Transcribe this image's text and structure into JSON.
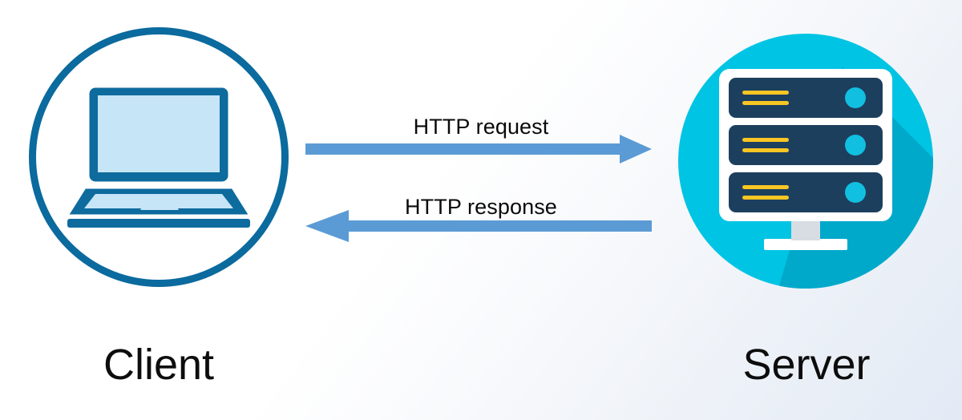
{
  "diagram": {
    "title": "Client Server HTTP request and response",
    "background_gradient_from": "#ffffff",
    "background_gradient_to": "#e3eaf5"
  },
  "client": {
    "caption": "Client",
    "icon_name": "laptop-icon",
    "circle_stroke_color": "#0b6a9e",
    "screen_fill_color": "#c6e5f6",
    "frame_color": "#0d6b9e"
  },
  "server": {
    "caption": "Server",
    "icon_name": "server-rack-icon",
    "circle_fill_color": "#00c4e4",
    "shadow_color": "#00a8c8",
    "rack_frame_color": "#ffffff",
    "rack_unit_color": "#1d3f5e",
    "rack_led_color": "#11bfe0",
    "rack_line_color": "#f9c623",
    "stand_color": "#d7dde2",
    "units": [
      {
        "name": "rack-unit-1",
        "lines": 2,
        "led": true
      },
      {
        "name": "rack-unit-2",
        "lines": 2,
        "led": true
      },
      {
        "name": "rack-unit-3",
        "lines": 2,
        "led": true
      }
    ]
  },
  "flows": [
    {
      "id": "request",
      "label": "HTTP request",
      "direction": "right",
      "color": "#5b9bd5",
      "from": "client",
      "to": "server"
    },
    {
      "id": "response",
      "label": "HTTP response",
      "direction": "left",
      "color": "#5b9bd5",
      "from": "server",
      "to": "client"
    }
  ]
}
